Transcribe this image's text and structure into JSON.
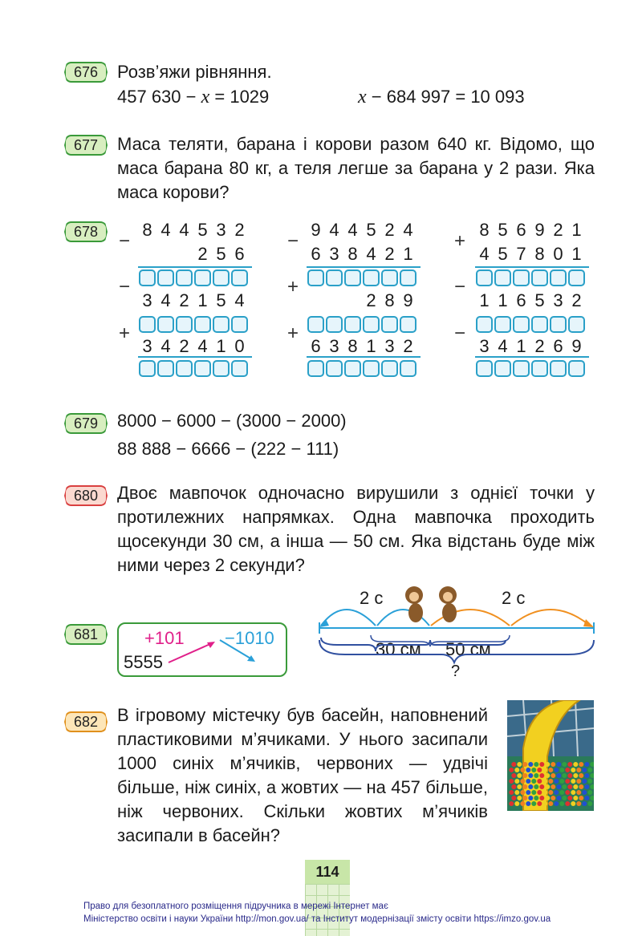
{
  "t676": {
    "num": "676",
    "title": "Розв’яжи рівняння.",
    "eq1_a": "457 630 − ",
    "eq1_var": "x",
    "eq1_b": " = 1029",
    "eq2_var": "x",
    "eq2_b": " − 684 997 = 10 093"
  },
  "t677": {
    "num": "677",
    "text": "Маса теляти, барана і корови разом 640 кг. Відомо, що маса барана 80 кг, а теля легше за барана у 2 рази. Яка маса корови?"
  },
  "t678": {
    "num": "678",
    "col1": {
      "op1": "−",
      "r1": "844532",
      "r2": "256",
      "op2": "−",
      "r3": "342154",
      "op3": "+",
      "r4": "342410"
    },
    "col2": {
      "op1": "−",
      "r1": "944524",
      "r2": "638421",
      "op2": "+",
      "r3": "289",
      "op3": "+",
      "r4": "638132"
    },
    "col3": {
      "op1": "+",
      "r1": "856921",
      "r2": "457801",
      "op2": "−",
      "r3": "116532",
      "op3": "−",
      "r4": "341269"
    }
  },
  "t679": {
    "num": "679",
    "line1": "8000 − 6000 − (3000 − 2000)",
    "line2": "88 888 − 6666 − (222 − 111)"
  },
  "t680": {
    "num": "680",
    "text": "Двоє мавпочок одночасно вирушили з однієї точки у протилежних напрямках. Одна мавпочка проходить щосекунди 30 см, а інша — 50 см. Яка відстань буде між ними через 2 секунди?"
  },
  "t681": {
    "num": "681",
    "plus": "+101",
    "minus": "−1010",
    "start": "5555",
    "label_left": "2 с",
    "label_right": "2 с",
    "seg1": "30 см",
    "seg2": "50 см",
    "question": "?"
  },
  "t682": {
    "num": "682",
    "text": "В ігровому містечку був басейн, наповнений пластиковими м’ячиками. У нього засипали 1000 синіх м’ячиків, червоних — удвічі більше, ніж синіх, а жовтих — на 457 більше, ніж червоних. Скільки жовтих м’ячиків засипали в басейн?"
  },
  "page": "114",
  "footer1": "Право для безоплатного розміщення підручника в мережі Інтернет має",
  "footer2": "Міністерство освіти і науки України http://mon.gov.ua/ та Інститут модернізації змісту освіти https://imzo.gov.ua",
  "colors": {
    "badge_green": "#d8eec0",
    "badge_red": "#fbd9d0",
    "badge_orange": "#fde6b8",
    "box_blue": "#2aa0c8",
    "magenta": "#e0208a",
    "cyan": "#2aa0d8"
  }
}
